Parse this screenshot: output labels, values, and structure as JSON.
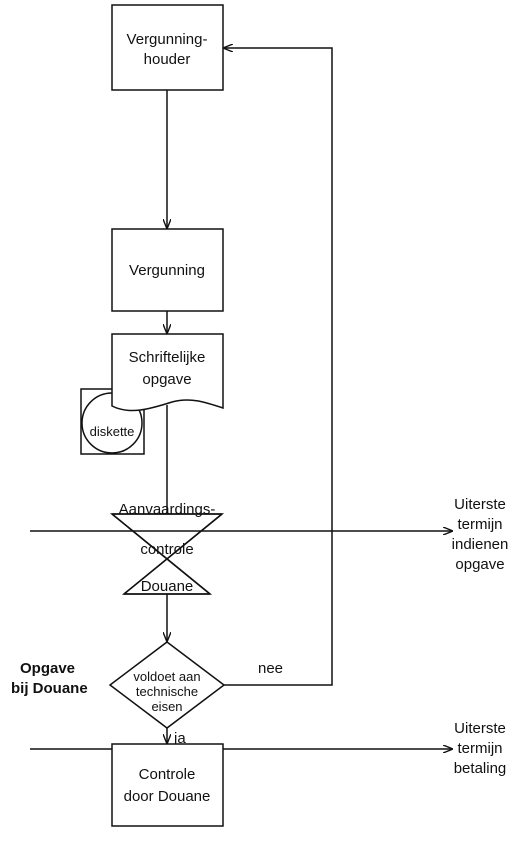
{
  "nodes": {
    "houder": {
      "line1": "Vergunning-",
      "line2": "houder"
    },
    "vergunning": {
      "label": "Vergunning"
    },
    "opgave": {
      "line1": "Schriftelijke",
      "line2": "opgave"
    },
    "diskette": {
      "label": "diskette"
    },
    "aanvaarding": {
      "line1": "Aanvaardings-",
      "line2": "controle",
      "line3": "Douane"
    },
    "beslissing": {
      "line1": "voldoet aan",
      "line2": "technische",
      "line3": "eisen"
    },
    "controle": {
      "line1": "Controle",
      "line2": "door Douane"
    }
  },
  "edges": {
    "nee": "nee",
    "ja": "ja"
  },
  "deadlines": {
    "indienen": {
      "line1": "Uiterste",
      "line2": "termijn",
      "line3": "indienen",
      "line4": "opgave"
    },
    "betaling": {
      "line1": "Uiterste",
      "line2": "termijn",
      "line3": "betaling"
    }
  },
  "side_label": {
    "line1": "Opgave",
    "line2": "bij Douane"
  }
}
